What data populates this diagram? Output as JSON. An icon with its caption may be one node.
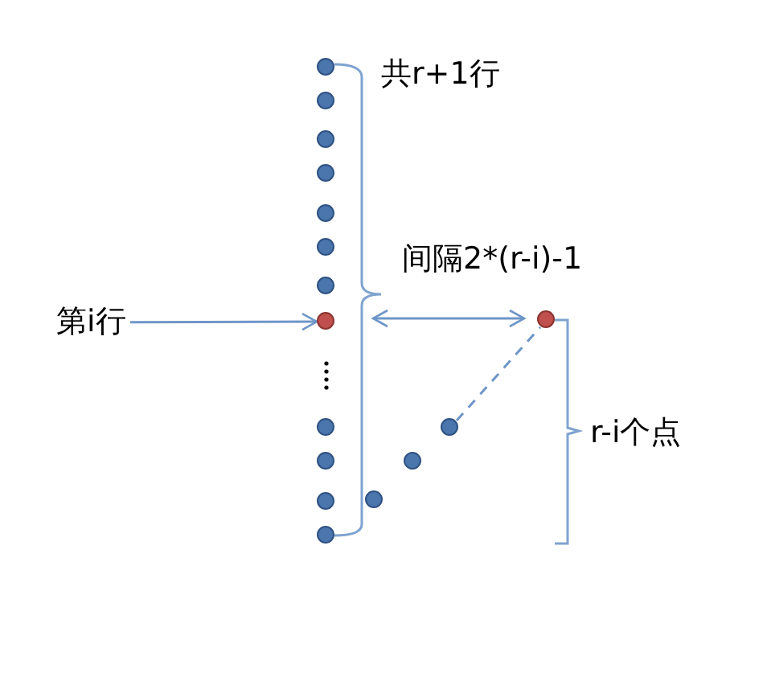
{
  "diagram": {
    "nodes": [
      {
        "text": [
          "第i行"
        ]
      },
      {
        "text": [],
        "shape": "circle"
      },
      {
        "text": [],
        "shape": "circle"
      },
      {
        "text": [],
        "shape": "circle"
      },
      {
        "text": [],
        "shape": "circle"
      },
      {
        "text": [],
        "shape": "circle"
      },
      {
        "text": [],
        "shape": "circle"
      },
      {
        "text": [],
        "shape": "circle"
      },
      {
        "text": [],
        "shape": "circle"
      },
      {
        "text": [],
        "shape": "circle"
      },
      {
        "text": [],
        "shape": "circle"
      },
      {
        "text": [],
        "shape": "circle"
      },
      {
        "text": [],
        "shape": "circle"
      },
      {
        "text": [],
        "shape": "circle"
      },
      {
        "text": [],
        "shape": "circle"
      },
      {
        "text": [],
        "shape": "circle"
      },
      {
        "text": [],
        "shape": "circle"
      }
    ],
    "edges": [
      {
        "from": 0,
        "to": 8,
        "arrow": "to"
      },
      {
        "from": 15,
        "to": 16,
        "arrow": "none",
        "style": "dashed"
      }
    ],
    "labels": [
      "共r+1行",
      "间隔2*(r-i)-1",
      "r-i个点"
    ]
  }
}
